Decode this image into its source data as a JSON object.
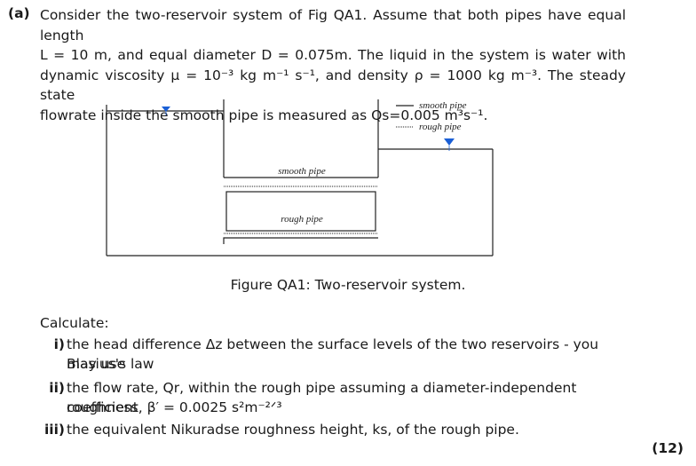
{
  "question": {
    "label": "(a)",
    "intro_lines": [
      "Consider the two-reservoir system of Fig QA1. Assume that both pipes have equal length",
      "L = 10 m, and equal diameter D = 0.075m. The liquid in the system is water with",
      "dynamic viscosity μ = 10⁻³ kg m⁻¹ s⁻¹, and density ρ = 1000 kg m⁻³. The steady state",
      "flowrate inside the smooth pipe is measured as Qs=0.005 m³s⁻¹."
    ]
  },
  "figure": {
    "legend": {
      "smooth": "smooth pipe",
      "rough": "rough pipe"
    },
    "pipe_labels": {
      "smooth": "smooth pipe",
      "rough": "rough pipe"
    },
    "caption": "Figure QA1: Two-reservoir system."
  },
  "calculate": {
    "heading": "Calculate:",
    "parts": [
      {
        "num": "i)",
        "lines": [
          "the head difference Δz between the surface levels of the two reservoirs - you may use",
          "Blasius's law"
        ]
      },
      {
        "num": "ii)",
        "lines": [
          "the flow rate, Qr, within the rough pipe assuming a diameter-independent roughness",
          "coefficient, β′ = 0.0025 s²m⁻²ᐟ³"
        ]
      },
      {
        "num": "iii)",
        "lines": [
          "the equivalent Nikuradse roughness height, ks, of the rough pipe."
        ]
      }
    ],
    "marks": "(12)"
  }
}
